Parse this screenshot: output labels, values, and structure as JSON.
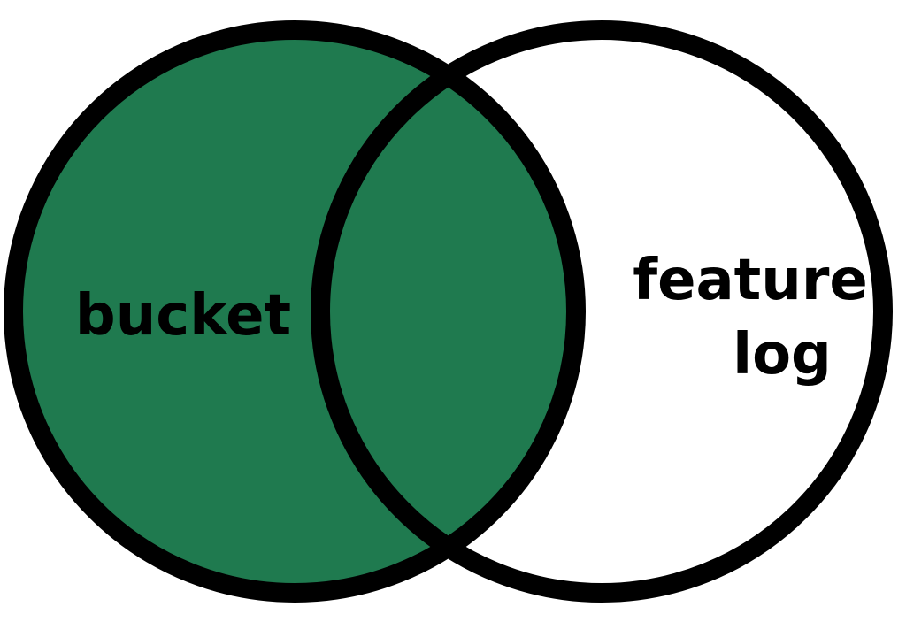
{
  "diagram": {
    "type": "venn",
    "sets": [
      {
        "id": "A",
        "label_lines": [
          "bucket"
        ],
        "filled": true
      },
      {
        "id": "B",
        "label_lines": [
          "feature",
          "log"
        ],
        "filled": false
      }
    ],
    "highlighted_region": "A",
    "colors": {
      "fill": "#1f7a4f",
      "outline": "#000000",
      "background": "#ffffff"
    }
  }
}
